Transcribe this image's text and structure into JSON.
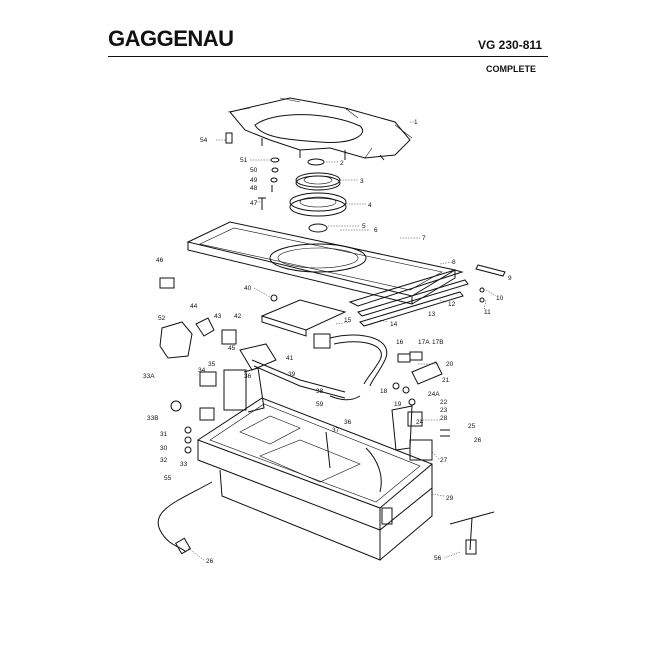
{
  "header": {
    "brand": "GAGGENAU",
    "model": "VG 230-811",
    "subtitle": "COMPLETE"
  },
  "diagram": {
    "callouts": [
      "1",
      "2",
      "3",
      "4",
      "5",
      "6",
      "7",
      "8",
      "9",
      "10",
      "11",
      "12",
      "13",
      "14",
      "15",
      "16",
      "17A",
      "17B",
      "18",
      "19",
      "20",
      "21",
      "22",
      "23",
      "24",
      "24A",
      "25",
      "26",
      "27",
      "28",
      "29",
      "30",
      "31",
      "32",
      "33",
      "33A",
      "33B",
      "34",
      "35",
      "36",
      "37",
      "38",
      "39",
      "40",
      "41",
      "42",
      "43",
      "44",
      "45",
      "46",
      "47",
      "48",
      "49",
      "50",
      "51",
      "52",
      "54",
      "55",
      "56",
      "59"
    ]
  }
}
